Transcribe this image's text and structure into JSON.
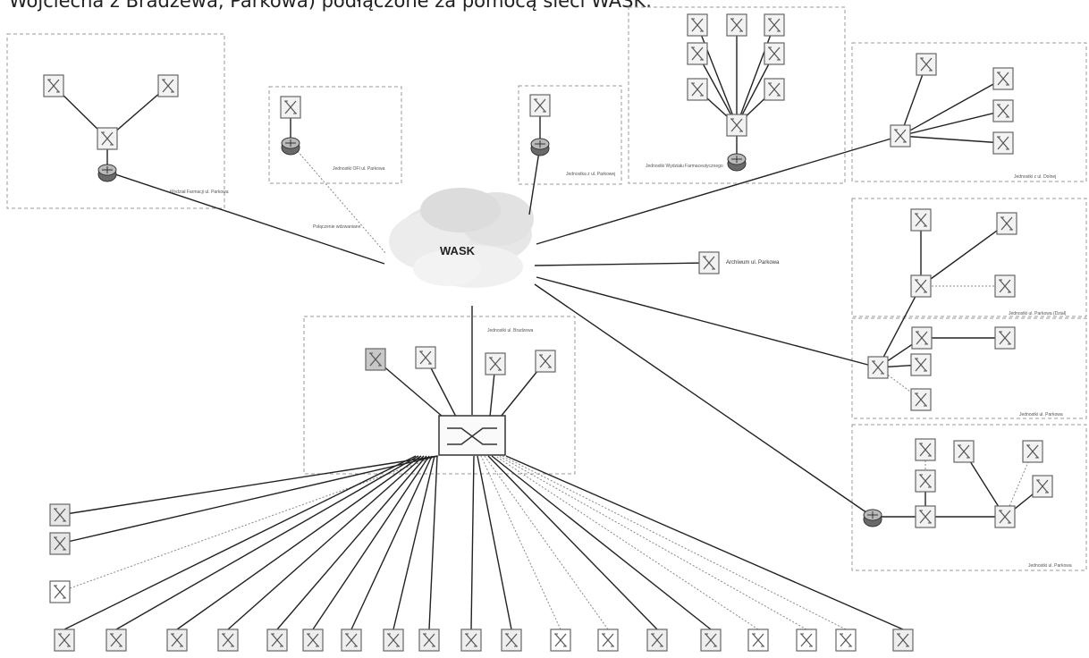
{
  "heading": "Wojciecha z Bradzewa, Parkowa) podłączone za pomocą sieci WASK.",
  "cloud_label": "WASK",
  "labels": {
    "tl_group": "Wydział Farmacji ul. Parkowa",
    "rtr_small": "Jednostki OFI ul. Parkowa",
    "dashed_link": "Połączenie wdzwaniane",
    "mid_group": "Jednostka z ul. Parkowej",
    "top_cluster": "Jednostki Wydziału Farmaceutycznego",
    "tr_group": "Jednostki z ul. Dolnej",
    "archive": "Archiwum ul. Parkowa",
    "r2_group": "Jednostki ul. Parkowa (Dział)",
    "r3_group": "Jednostki ul. Parkowa",
    "r4_group": "Jednostki ul. Parkowa",
    "central_group": "Jednostki ul. Bradzewa"
  }
}
